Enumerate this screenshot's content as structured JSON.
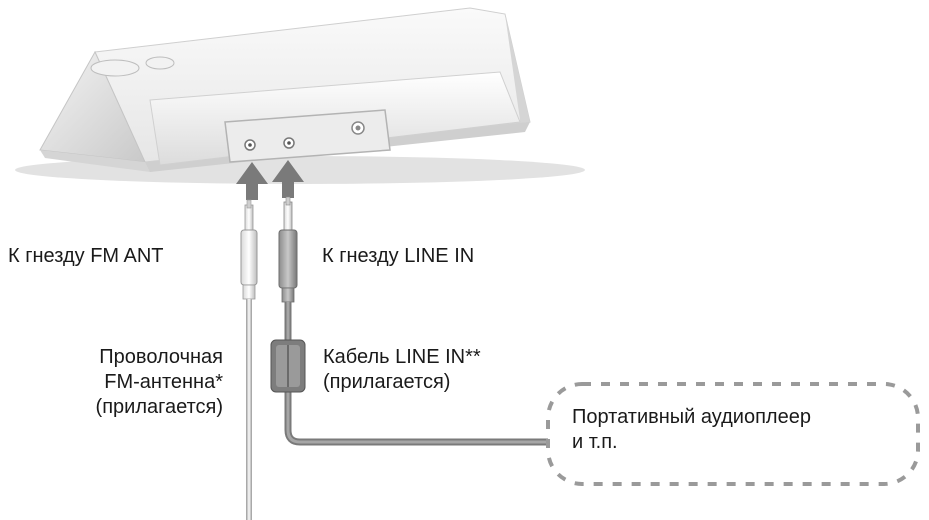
{
  "labels": {
    "fm_ant_jack": "К гнезду FM ANT",
    "line_in_jack": "К гнезду LINE IN",
    "fm_antenna": {
      "line1": "Проволочная",
      "line2": "FM-антенна*",
      "line3": "(прилагается)"
    },
    "line_in_cable": {
      "line1": "Кабель LINE IN**",
      "line2": "(прилагается)"
    },
    "portable_player": {
      "line1": "Портативный аудиоплеер",
      "line2": "и т.п."
    }
  },
  "colors": {
    "speaker_body": "#e9e9e9",
    "arrow": "#7a7a7a",
    "cable": "#8a8a8a",
    "antenna_wire": "#d8d8d8",
    "dashed_border": "#9a9a9a"
  }
}
